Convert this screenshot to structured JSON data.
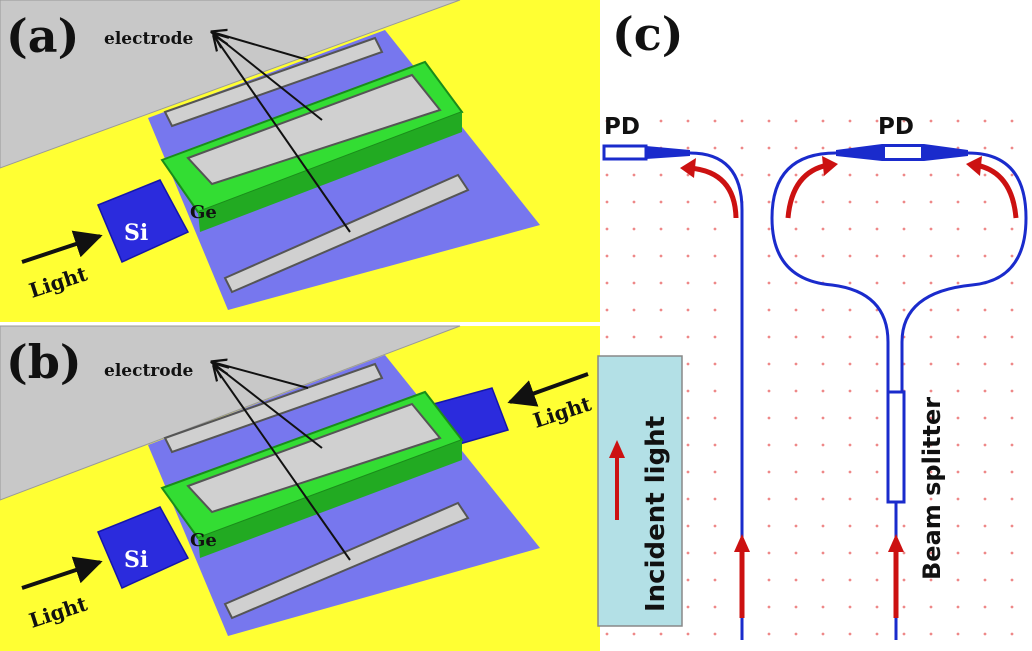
{
  "figure": {
    "panel_a": {
      "label": "(a)",
      "electrode": "electrode",
      "si": "Si",
      "ge": "Ge",
      "light": "Light"
    },
    "panel_b": {
      "label": "(b)",
      "electrode": "electrode",
      "si": "Si",
      "ge": "Ge",
      "light_left": "Light",
      "light_right": "Light"
    },
    "panel_c": {
      "label": "(c)",
      "pd_left": "PD",
      "pd_right": "PD",
      "incident_light": "Incident light",
      "beam_splitter": "Beam splitter"
    }
  },
  "colors": {
    "background_yellow": "#ffff33",
    "metal_gray": "#c8c8c8",
    "platform_blue": "#7777ee",
    "si_blue": "#2b2bdd",
    "ge_green": "#33dd33",
    "waveguide_blue": "#1a2bcc",
    "arrow_red": "#cc1111",
    "box_cyan": "#b3e0e6"
  }
}
